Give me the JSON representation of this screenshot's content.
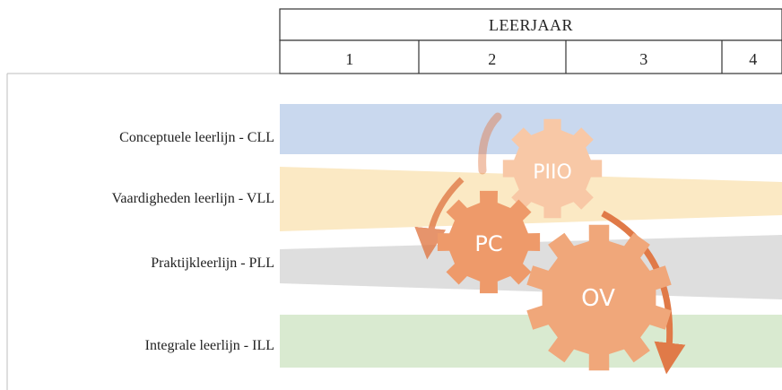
{
  "table": {
    "header": "LEERJAAR",
    "years": [
      "1",
      "2",
      "3",
      "4"
    ]
  },
  "lines": [
    {
      "label": "Conceptuele leerlijn - CLL",
      "color": "#c9d8ee"
    },
    {
      "label": "Vaardigheden leerlijn - VLL",
      "color": "#fbe9c4"
    },
    {
      "label": "Praktijkleerlijn - PLL",
      "color": "#dedede"
    },
    {
      "label": "Integrale leerlijn - ILL",
      "color": "#d9ead0"
    }
  ],
  "gears": [
    {
      "label": "PIIO",
      "color": "#f8c8a6"
    },
    {
      "label": "PC",
      "color": "#ee9a6a"
    },
    {
      "label": "OV",
      "color": "#f0a77a"
    }
  ],
  "arrow_color": "#e07a48"
}
